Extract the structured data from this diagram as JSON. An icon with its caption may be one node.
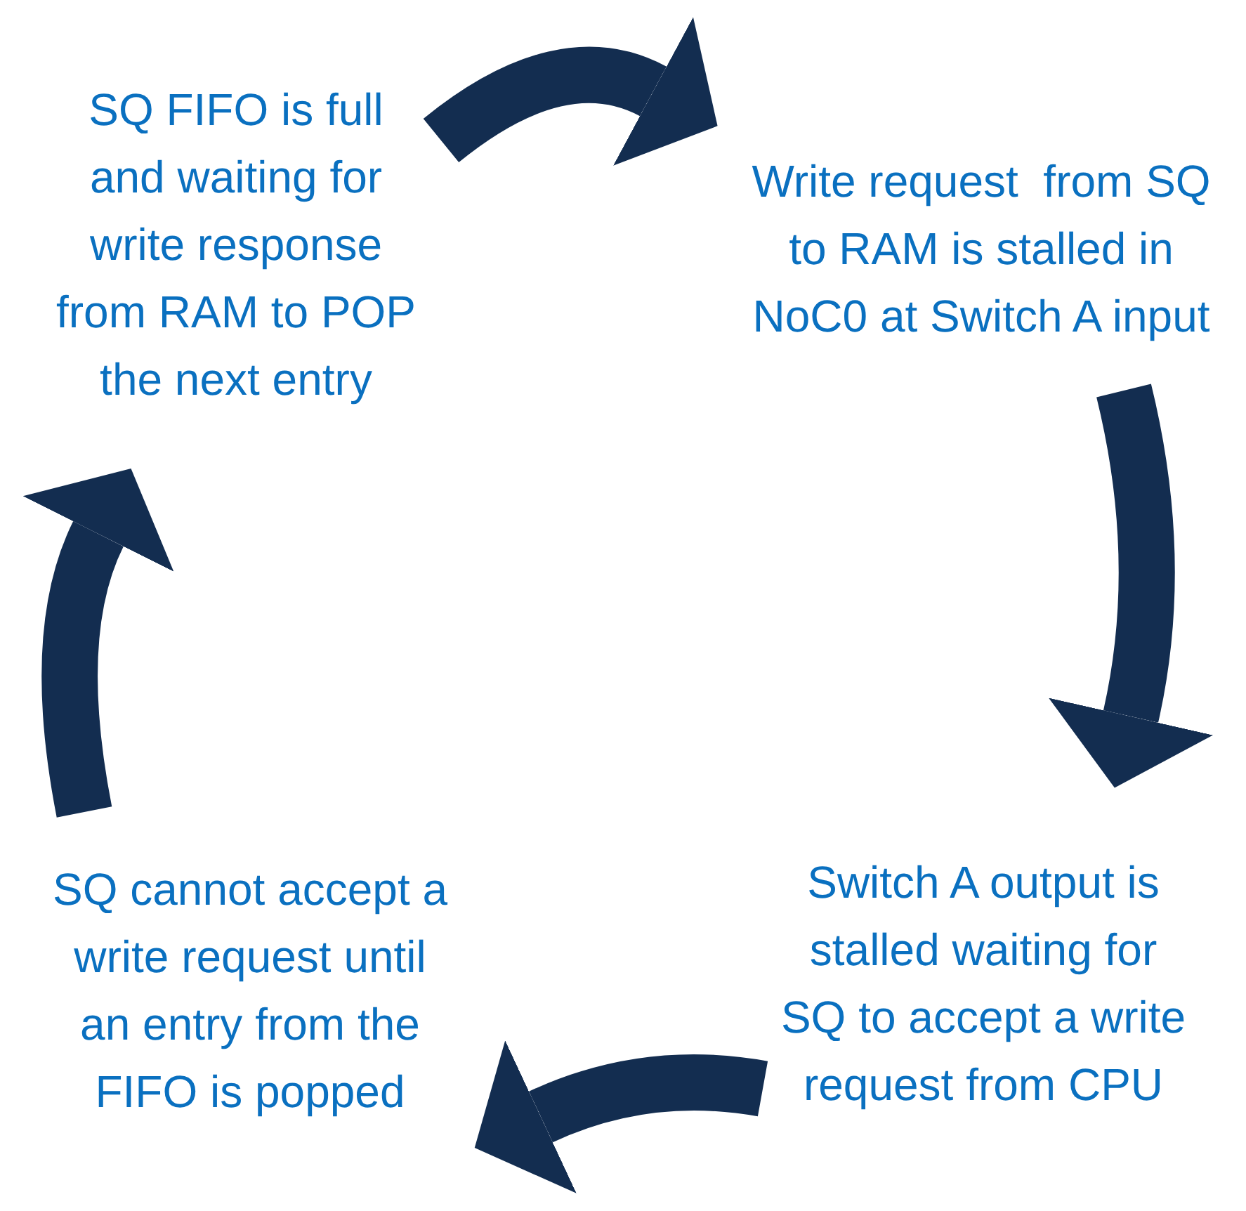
{
  "diagram": {
    "nodes": [
      {
        "text": [
          "SQ FIFO is full and waiting for write response from RAM to POP the next entry"
        ]
      },
      {
        "text": [
          "Write request  from SQ to RAM is stalled in NoC0 at Switch A input"
        ]
      },
      {
        "text": [
          "Switch A output is stalled waiting for SQ to accept a write request from CPU"
        ]
      },
      {
        "text": [
          "SQ cannot accept a write request until an entry from the FIFO is popped"
        ]
      }
    ],
    "edges": [
      {
        "from": 0,
        "to": 1,
        "arrow": "to"
      },
      {
        "from": 1,
        "to": 2,
        "arrow": "to"
      },
      {
        "from": 2,
        "to": 3,
        "arrow": "to"
      },
      {
        "from": 3,
        "to": 0,
        "arrow": "to"
      }
    ]
  }
}
